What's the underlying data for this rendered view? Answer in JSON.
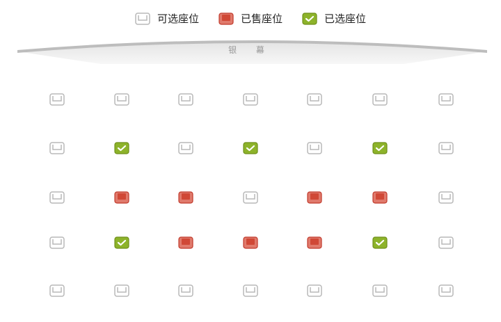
{
  "legend": {
    "available_label": "可选座位",
    "sold_label": "已售座位",
    "selected_label": "已选座位"
  },
  "screen_label": "银 幕",
  "colors": {
    "available": "#b8b8b8",
    "sold": "#d04836",
    "selected": "#8db32a"
  },
  "seat_grid": {
    "rows": 5,
    "cols": 7,
    "states": [
      [
        "available",
        "available",
        "available",
        "available",
        "available",
        "available",
        "available"
      ],
      [
        "available",
        "selected",
        "available",
        "selected",
        "available",
        "selected",
        "available"
      ],
      [
        "available",
        "sold",
        "sold",
        "available",
        "sold",
        "sold",
        "available"
      ],
      [
        "available",
        "selected",
        "sold",
        "sold",
        "sold",
        "selected",
        "available"
      ],
      [
        "available",
        "available",
        "available",
        "available",
        "available",
        "available",
        "available"
      ]
    ]
  }
}
